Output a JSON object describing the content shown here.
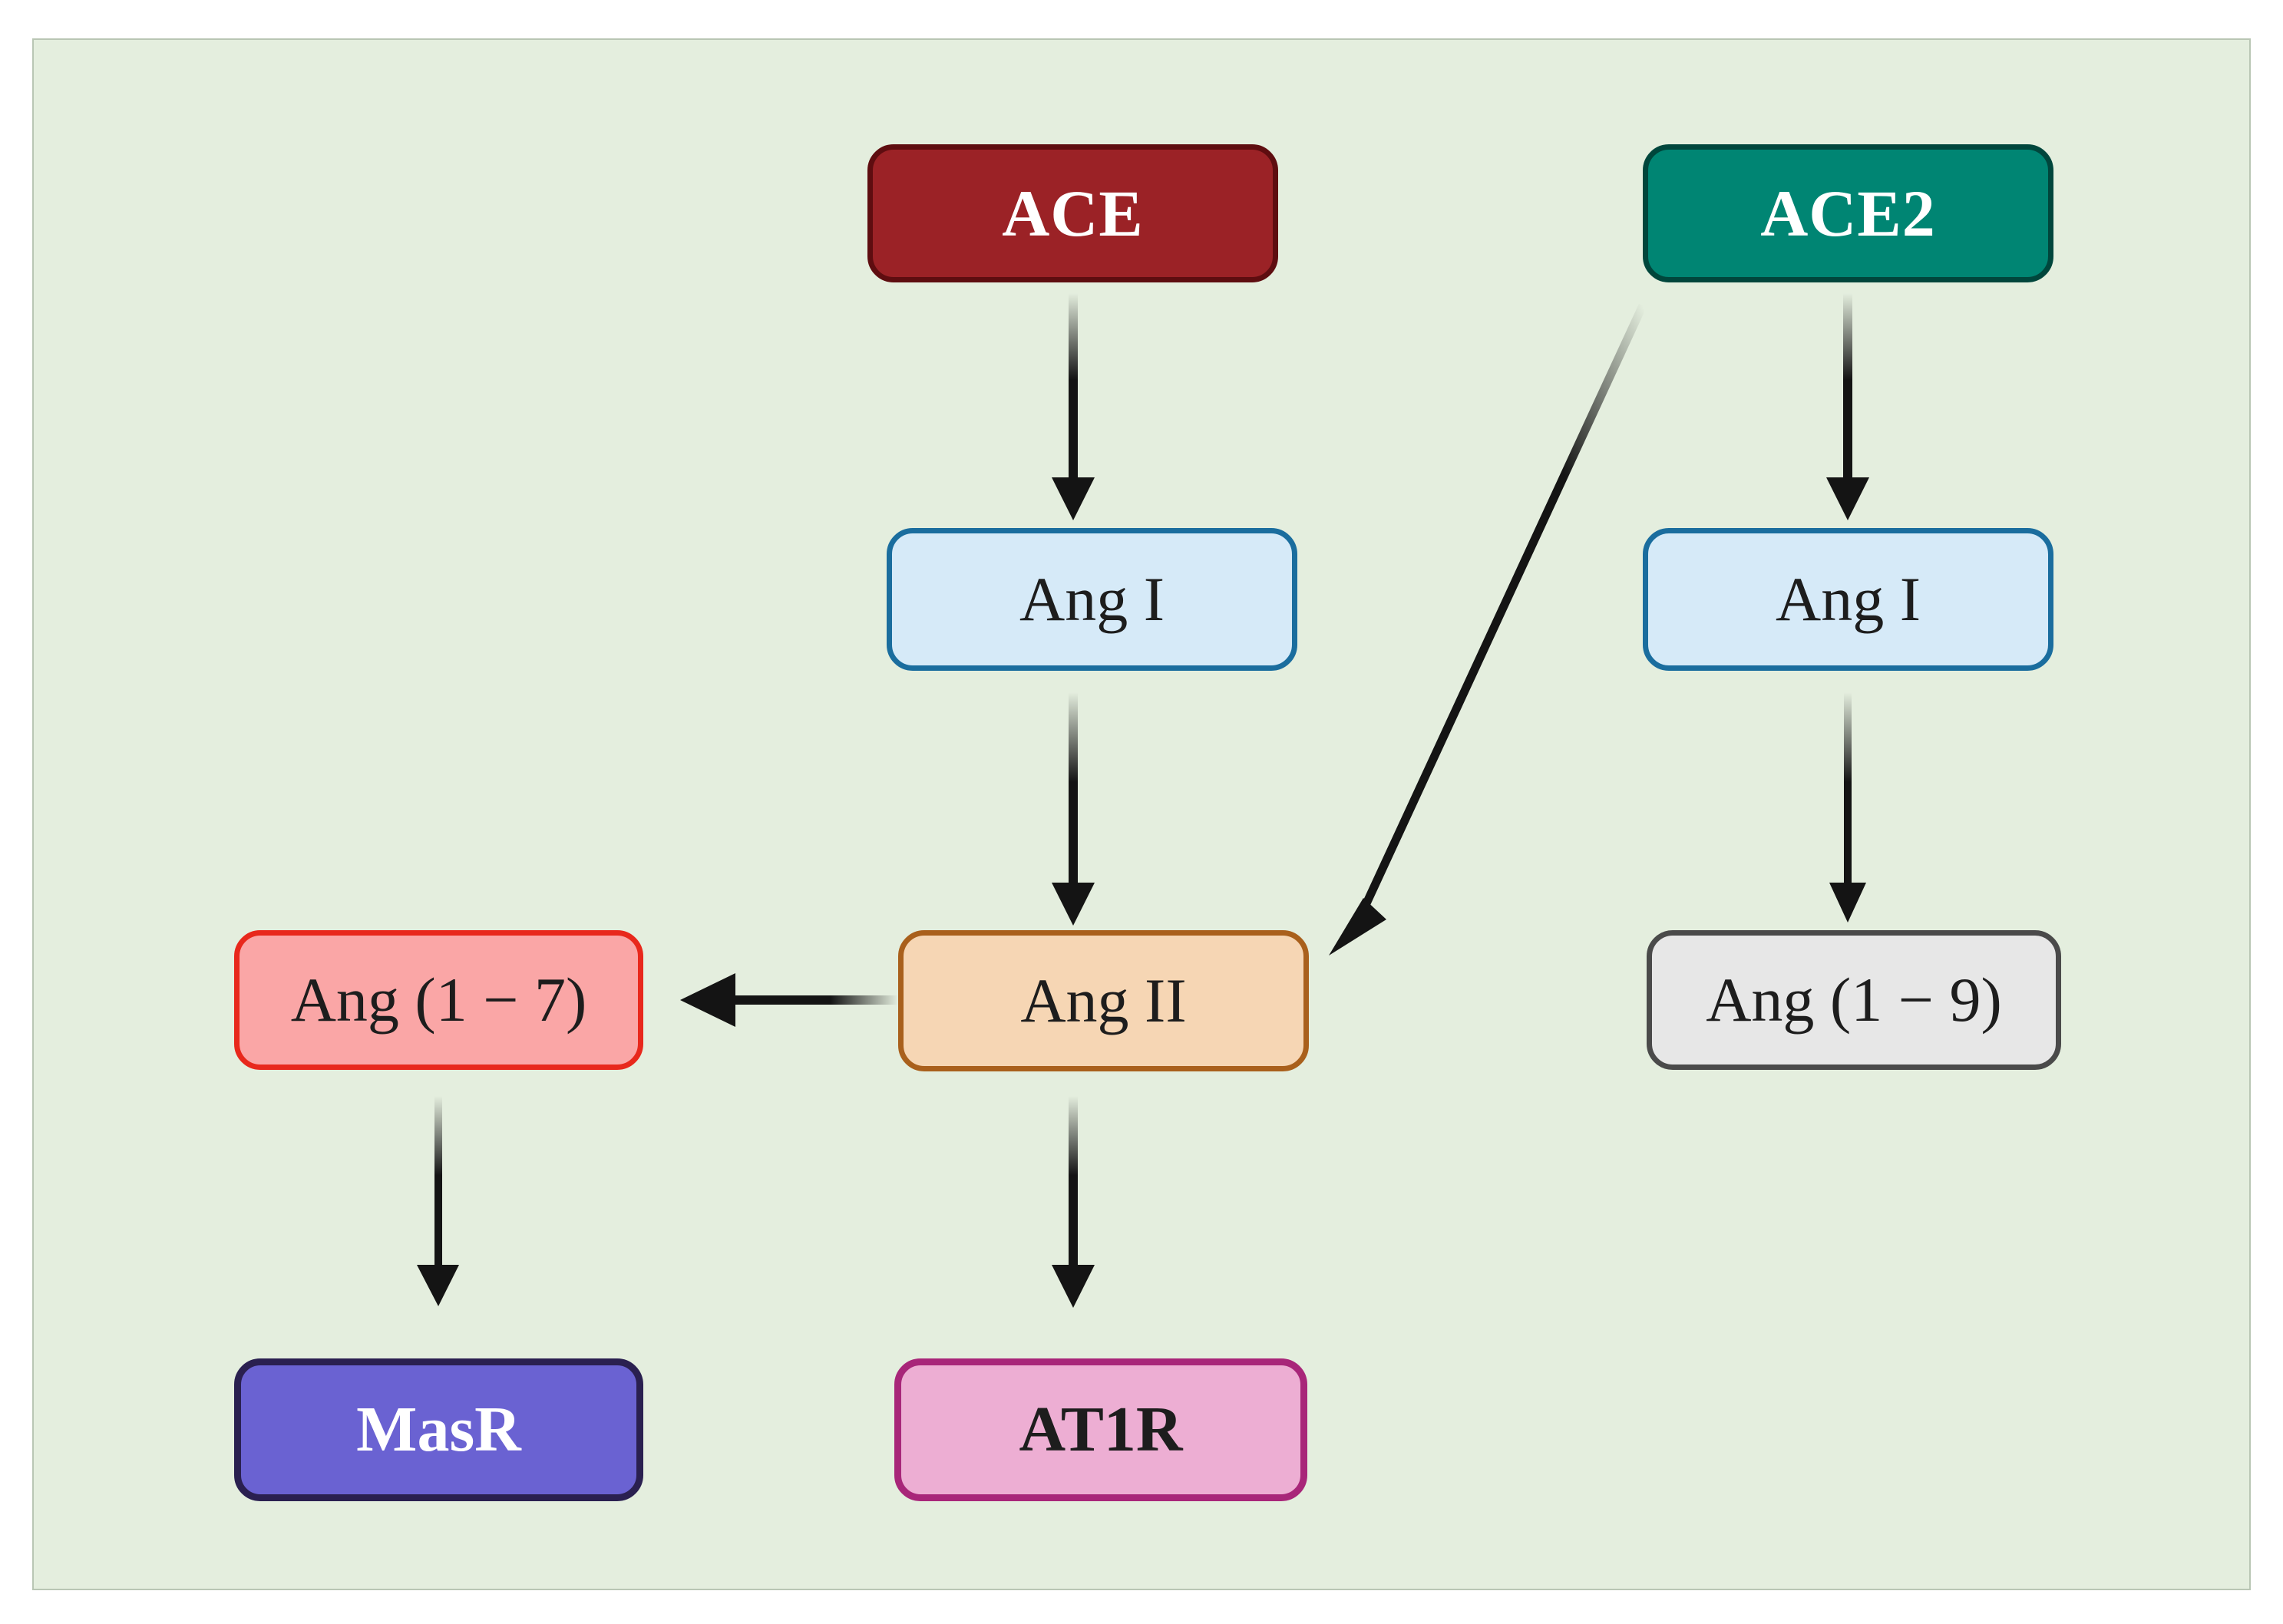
{
  "figure": {
    "domain": "Diagram",
    "type": "biochemical-pathway-flowchart",
    "background_color": "#e4eede",
    "panel_border_color": "#b9c6b4"
  },
  "nodes": {
    "ace": {
      "label": "ACE",
      "kind": "enzyme",
      "fill": "#9b2226",
      "border": "#5e0d10",
      "text_color": "#ffffff",
      "column": "center",
      "row": 1
    },
    "ace2": {
      "label": "ACE2",
      "kind": "enzyme",
      "fill": "#008573",
      "border": "#00463c",
      "text_color": "#ffffff",
      "column": "right",
      "row": 1
    },
    "ang_i_center": {
      "label": "Ang I",
      "kind": "peptide",
      "fill": "#d6eaf8",
      "border": "#1a6d9e",
      "text_color": "#1d1d1d",
      "column": "center",
      "row": 2
    },
    "ang_i_right": {
      "label": "Ang I",
      "kind": "peptide",
      "fill": "#d6eaf8",
      "border": "#1a6d9e",
      "text_color": "#1d1d1d",
      "column": "right",
      "row": 2
    },
    "ang_1_7": {
      "label": "Ang (1 − 7)",
      "kind": "peptide",
      "fill": "#faa6a6",
      "border": "#e8281c",
      "text_color": "#1d1d1d",
      "column": "left",
      "row": 3
    },
    "ang_ii": {
      "label": "Ang II",
      "kind": "peptide",
      "fill": "#f6d6b4",
      "border": "#a9601c",
      "text_color": "#1d1d1d",
      "column": "center",
      "row": 3
    },
    "ang_1_9": {
      "label": "Ang (1 − 9)",
      "kind": "peptide",
      "fill": "#e7e7e7",
      "border": "#4a4a4a",
      "text_color": "#1d1d1d",
      "column": "right",
      "row": 3
    },
    "masr": {
      "label": "MasR",
      "kind": "receptor",
      "fill": "#6a62d2",
      "border": "#2a2050",
      "text_color": "#ffffff",
      "column": "left",
      "row": 4
    },
    "at1r": {
      "label": "AT1R",
      "kind": "receptor",
      "fill": "#edaed3",
      "border": "#a82679",
      "text_color": "#1d1d1d",
      "column": "center",
      "row": 4
    }
  },
  "edges": [
    {
      "id": "ace-to-angi",
      "from": "ace",
      "to": "ang_i_center",
      "direction": "down",
      "style": "solid-arrow",
      "color": "#141414"
    },
    {
      "id": "ace2-to-angi",
      "from": "ace2",
      "to": "ang_i_right",
      "direction": "down",
      "style": "solid-arrow",
      "color": "#141414"
    },
    {
      "id": "angi-to-angii",
      "from": "ang_i_center",
      "to": "ang_ii",
      "direction": "down",
      "style": "solid-arrow",
      "color": "#141414"
    },
    {
      "id": "angi-to-ang19",
      "from": "ang_i_right",
      "to": "ang_1_9",
      "direction": "down",
      "style": "solid-arrow",
      "color": "#141414"
    },
    {
      "id": "ace2-to-angii",
      "from": "ace2",
      "to": "ang_ii",
      "direction": "diagonal-down-left",
      "style": "solid-arrow",
      "color": "#141414"
    },
    {
      "id": "angii-to-ang17",
      "from": "ang_ii",
      "to": "ang_1_7",
      "direction": "left",
      "style": "solid-arrow",
      "color": "#141414"
    },
    {
      "id": "ang17-to-masr",
      "from": "ang_1_7",
      "to": "masr",
      "direction": "down",
      "style": "solid-arrow",
      "color": "#141414"
    },
    {
      "id": "angii-to-at1r",
      "from": "ang_ii",
      "to": "at1r",
      "direction": "down",
      "style": "solid-arrow",
      "color": "#141414"
    }
  ]
}
